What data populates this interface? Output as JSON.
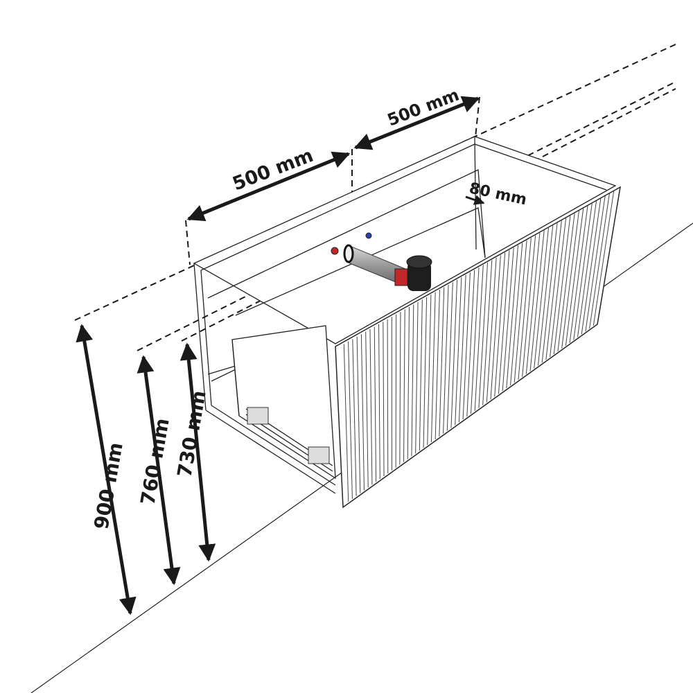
{
  "dimensions": {
    "width_left": "500 mm",
    "width_right": "500 mm",
    "offset": "80 mm",
    "height_total": "900 mm",
    "height_mid": "760 mm",
    "height_low": "730 mm"
  },
  "colors": {
    "line": "#1a1a1a",
    "hot_valve": "#c0282a",
    "cold_valve": "#2a3fa8",
    "pipe": "#a9a9a9",
    "trap": "#1e1e1e"
  }
}
